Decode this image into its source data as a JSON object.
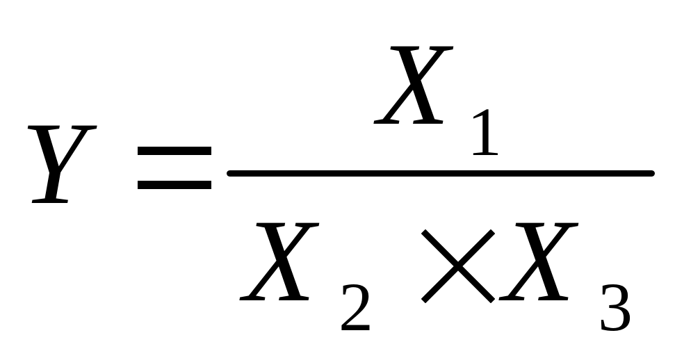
{
  "formula": {
    "lhs": "Y",
    "equals_symbol": "=",
    "numerator": {
      "variable": "X",
      "subscript": "1"
    },
    "denominator": {
      "factor1": {
        "variable": "X",
        "subscript": "2"
      },
      "operator": "×",
      "factor2": {
        "variable": "X",
        "subscript": "3"
      }
    }
  }
}
